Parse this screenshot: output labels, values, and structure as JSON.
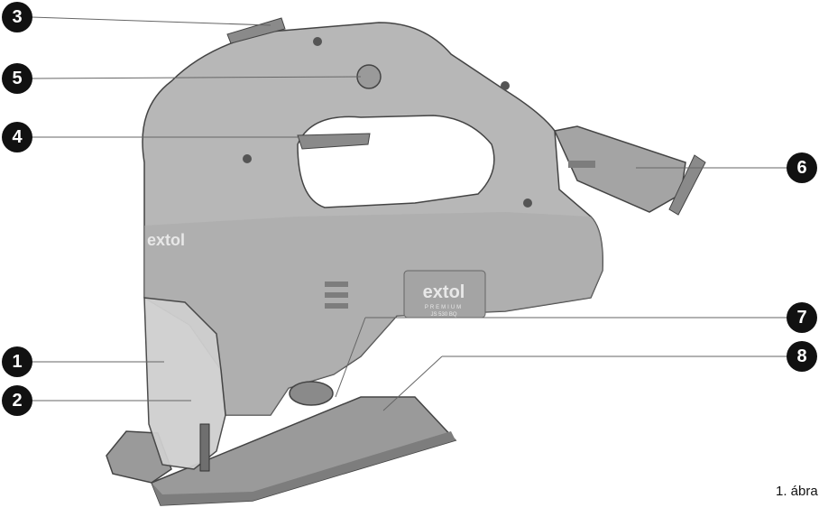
{
  "callouts": [
    "1",
    "2",
    "3",
    "4",
    "5",
    "6",
    "7",
    "8"
  ],
  "brand": {
    "logo_text": "extol",
    "logo_sub": "PREMIUM",
    "model": "JS 530 BQ"
  },
  "caption": "1. ábra",
  "colors": {
    "body": "#b7b7b7",
    "body_dark": "#9a9a9a",
    "shadow": "#7d7d7d",
    "outline": "#444444",
    "callout": "#111111"
  }
}
